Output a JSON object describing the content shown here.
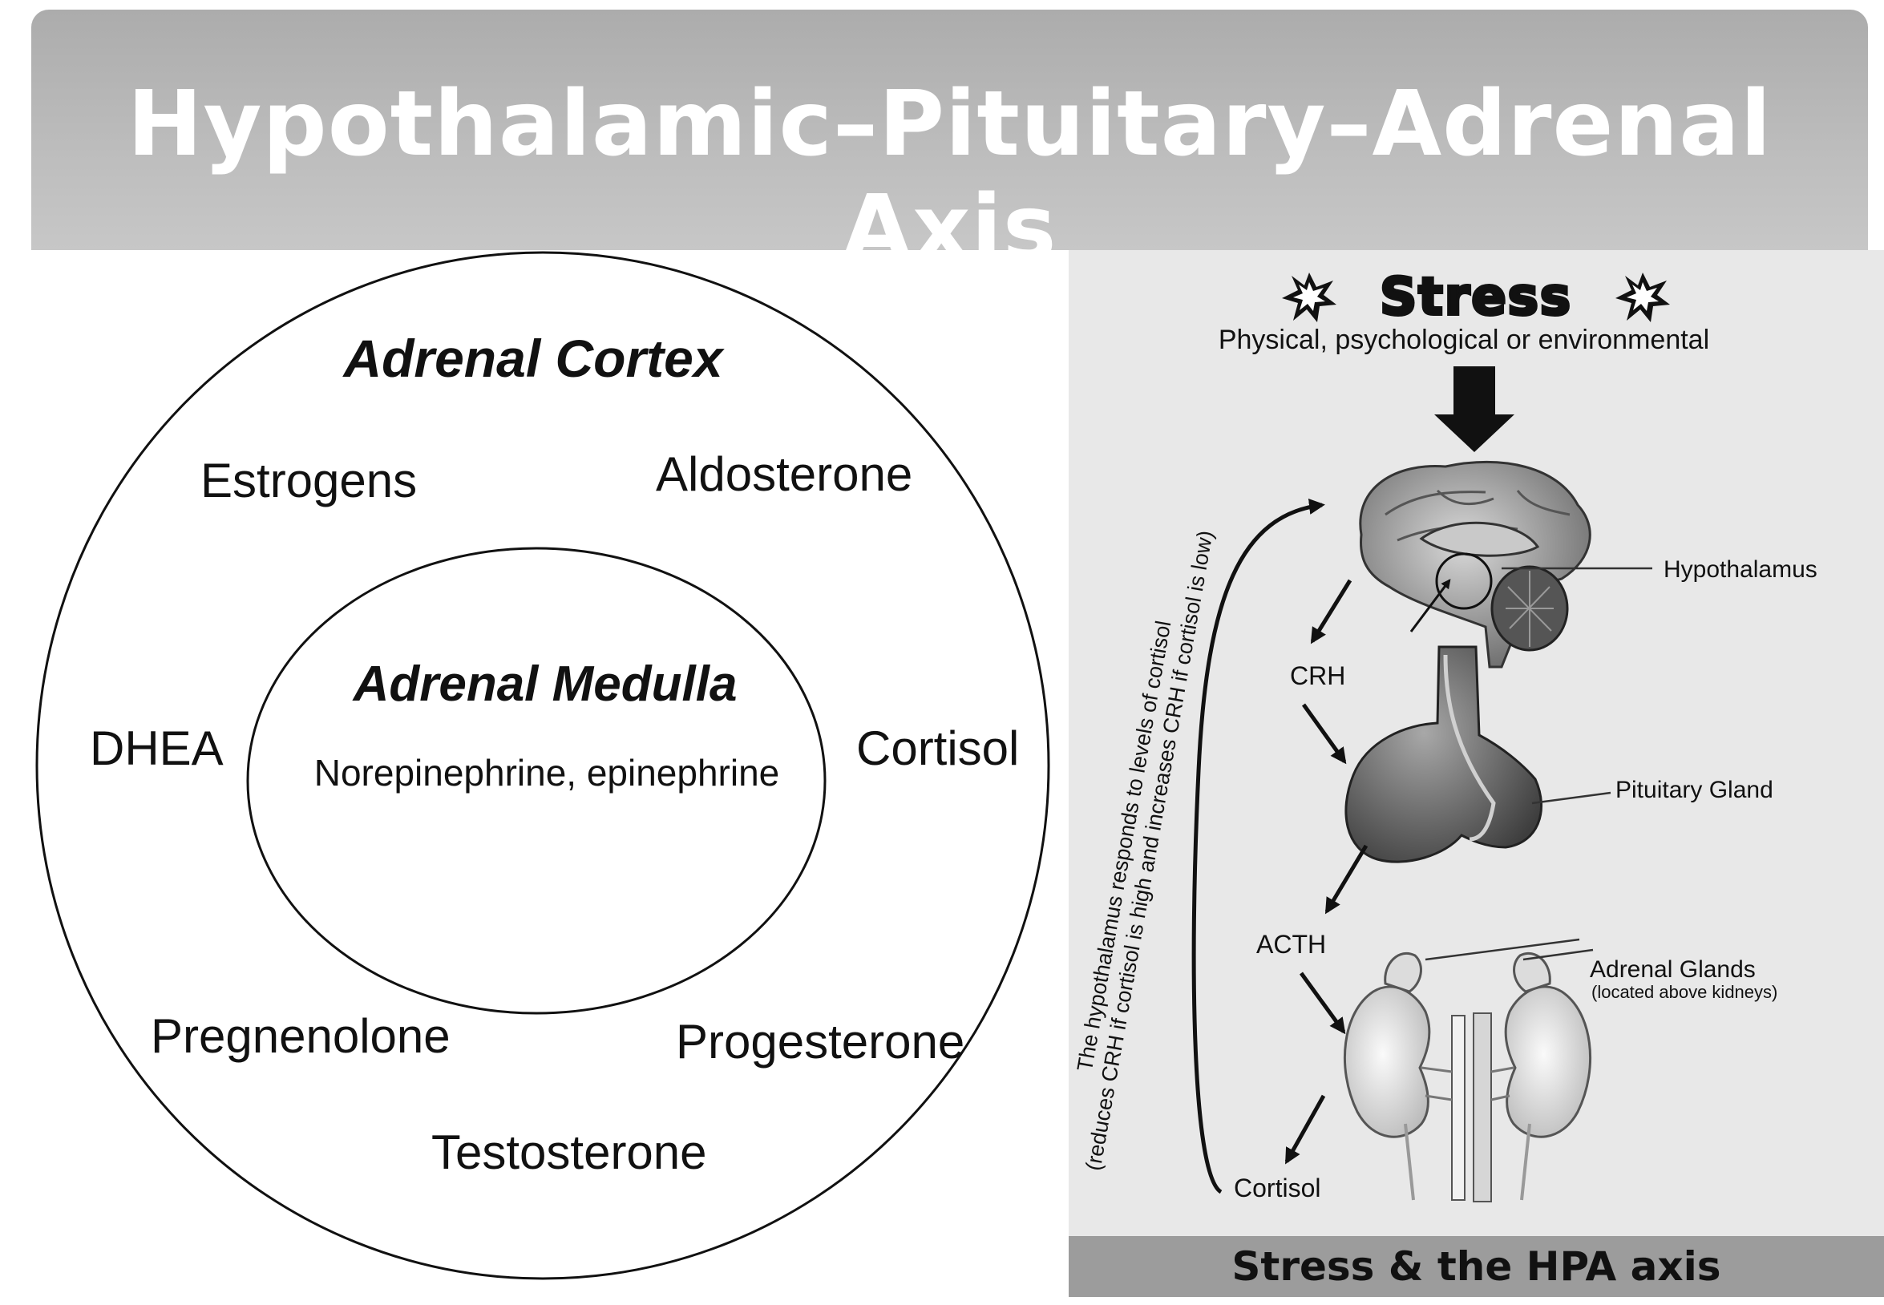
{
  "header": {
    "title": "Hypothalamic–Pituitary–Adrenal Axis"
  },
  "adrenal_diagram": {
    "outer_label": "Adrenal Cortex",
    "inner_label": "Adrenal Medulla",
    "inner_hormones": "Norepinephrine, epinephrine",
    "cortex_hormones": {
      "estrogens": "Estrogens",
      "aldosterone": "Aldosterone",
      "dhea": "DHEA",
      "cortisol": "Cortisol",
      "pregnenolone": "Pregnenolone",
      "progesterone": "Progesterone",
      "testosterone": "Testosterone"
    }
  },
  "hpa_flow": {
    "stress_title": "Stress",
    "stress_subtitle": "Physical, psychological or environmental",
    "labels": {
      "hypothalamus": "Hypothalamus",
      "pituitary": "Pituitary Gland",
      "adrenal": "Adrenal Glands",
      "adrenal_note": "(located above kidneys)"
    },
    "steps": {
      "crh": "CRH",
      "acth": "ACTH",
      "cortisol": "Cortisol"
    },
    "feedback_line1": "The hypothalamus responds to levels of cortisol",
    "feedback_line2": "(reduces CRH if cortisol is high and increases CRH if cortisol is low)",
    "footer": "Stress & the HPA axis"
  }
}
